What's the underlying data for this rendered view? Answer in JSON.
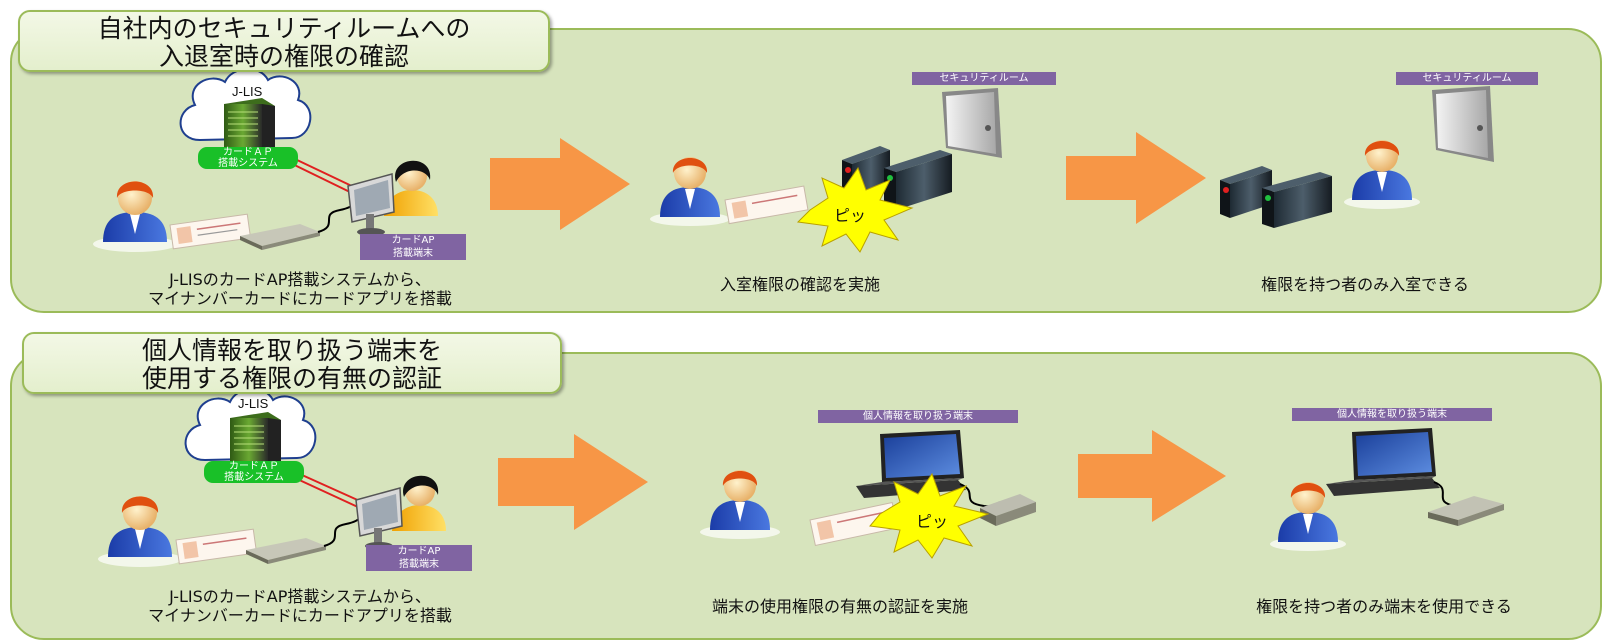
{
  "panel1": {
    "title_lines": [
      "自社内のセキュリティルームへの",
      "入退室時の権限の確認"
    ],
    "cloud_label": "J-LIS",
    "server_label_lines": [
      "カードＡＰ",
      "搭載システム"
    ],
    "terminal_label_lines": [
      "カードAP",
      "搭載端末"
    ],
    "caption1_lines": [
      "J-LISのカードAP搭載システムから、",
      "マイナンバーカードにカードアプリを搭載"
    ],
    "room_label_a": "セキュリティルーム",
    "beep": "ピッ",
    "caption2": "入室権限の確認を実施",
    "room_label_b": "セキュリティルーム",
    "caption3": "権限を持つ者のみ入室できる"
  },
  "panel2": {
    "title_lines": [
      "個人情報を取り扱う端末を",
      "使用する権限の有無の認証"
    ],
    "cloud_label": "J-LIS",
    "server_label_lines": [
      "カードＡＰ",
      "搭載システム"
    ],
    "terminal_label_lines": [
      "カードAP",
      "搭載端末"
    ],
    "caption1_lines": [
      "J-LISのカードAP搭載システムから、",
      "マイナンバーカードにカードアプリを搭載"
    ],
    "pc_label_a": "個人情報を取り扱う端末",
    "beep": "ピッ",
    "caption2": "端末の使用権限の有無の認証を実施",
    "pc_label_b": "個人情報を取り扱う端末",
    "caption3": "権限を持つ者のみ端末を使用できる"
  },
  "colors": {
    "panel_fill": "#d7e4bd",
    "panel_border": "#9bbb59",
    "arrow": "#f79646",
    "label_purple": "#8064a2",
    "label_green": "#19c028",
    "burst_yellow": "#ffff00"
  }
}
